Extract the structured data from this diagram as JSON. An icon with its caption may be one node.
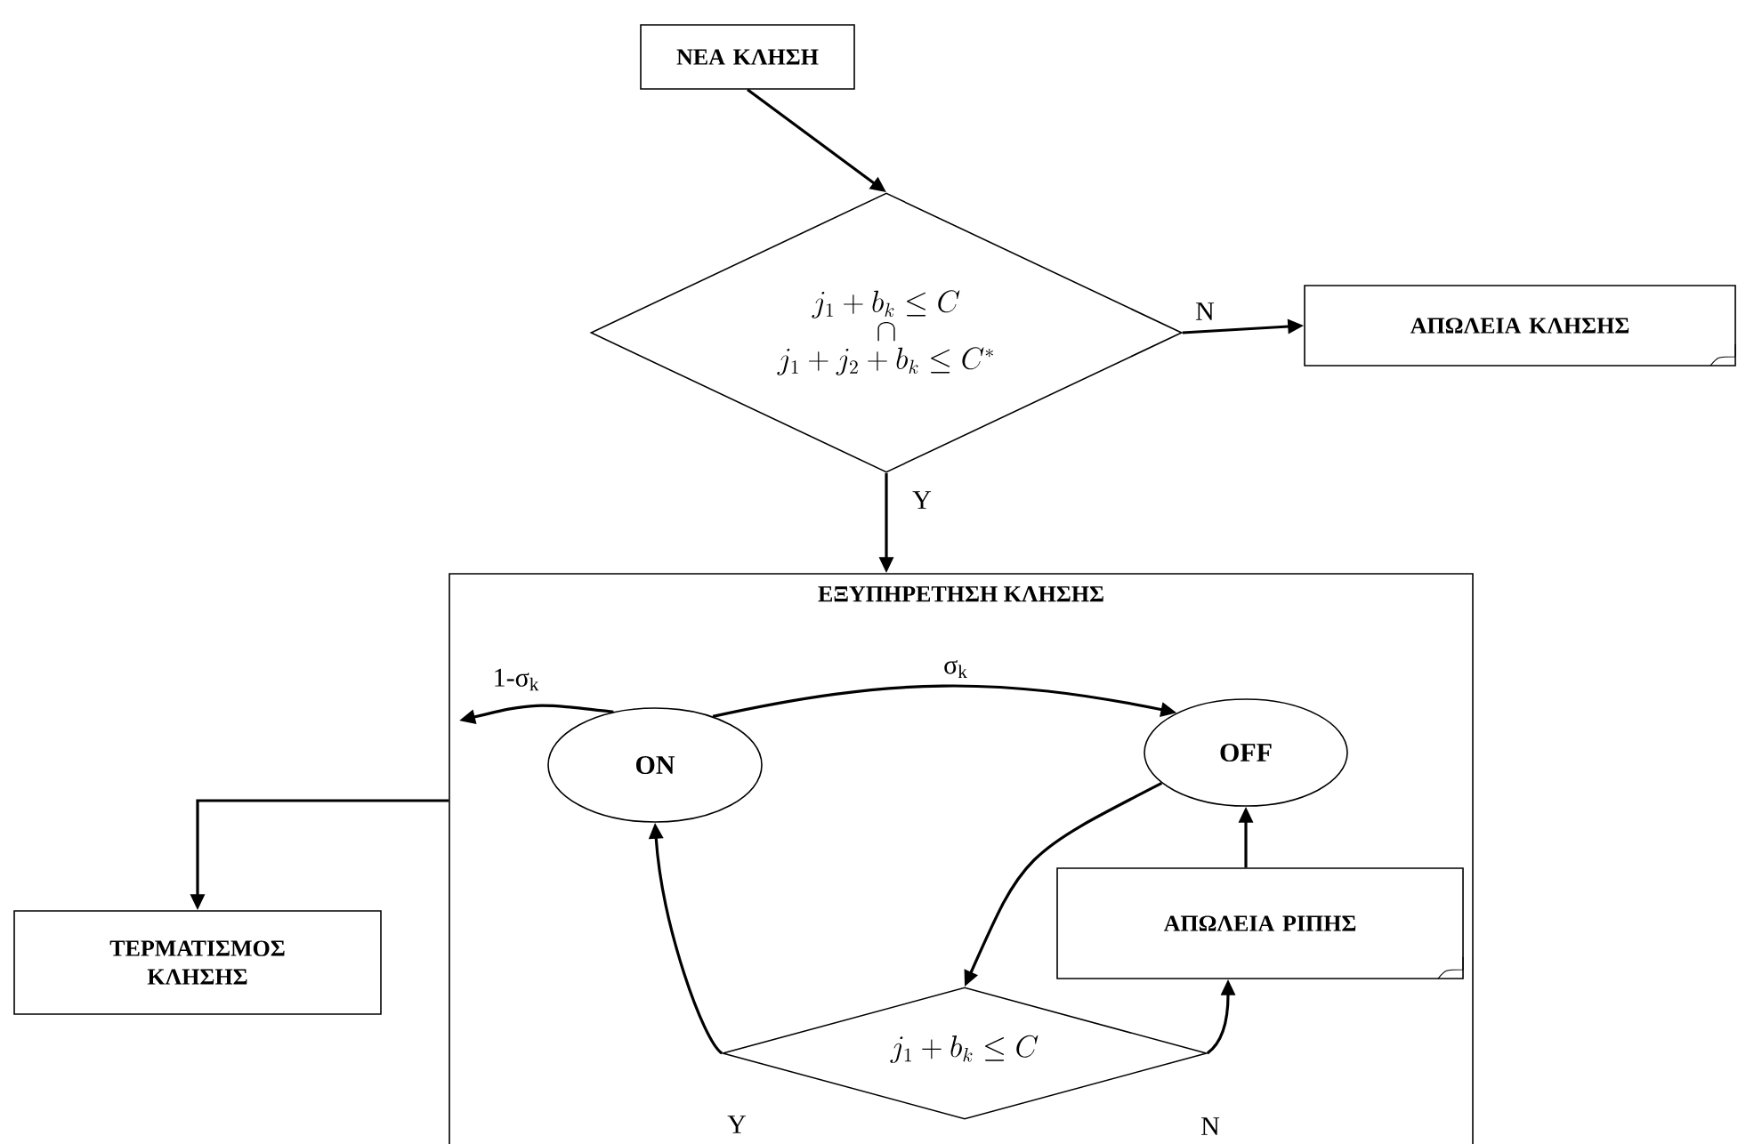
{
  "diagram": {
    "nodes": [
      {
        "text": [
          "ΝΕΑ ΚΛΗΣΗ"
        ]
      },
      {
        "text": [
          "j_1 + b_k \\le C",
          "\\cap",
          "j_1 + j_2 + b_k \\le C^{*}"
        ]
      },
      {
        "text": [
          "ΑΠΩΛΕΙΑ ΚΛΗΣΗΣ"
        ]
      },
      {
        "text": [
          "ΕΞΥΠΗΡΕΤΗΣΗ ΚΛΗΣΗΣ"
        ]
      },
      {
        "text": [
          "ON"
        ],
        "in": 3
      },
      {
        "text": [
          "OFF"
        ],
        "in": 3
      },
      {
        "text": [
          "ΑΠΩΛΕΙΑ ΡΙΠΗΣ"
        ],
        "in": 3
      },
      {
        "text": [
          "j_1 + b_k \\le C"
        ],
        "in": 3
      },
      {
        "text": [
          "ΤΕΡΜΑΤΙΣΜΟΣ ΚΛΗΣΗΣ"
        ]
      }
    ],
    "edges": [
      {
        "from": 0,
        "to": 1,
        "arrow": "to"
      },
      {
        "from": 1,
        "to": 2,
        "arrow": "to",
        "label": "N"
      },
      {
        "from": 1,
        "to": 3,
        "arrow": "to",
        "label": "Y"
      },
      {
        "from": 4,
        "to": 5,
        "arrow": "to",
        "label": "σ$_{k}$"
      },
      {
        "from": 4,
        "to": null,
        "arrow": "to",
        "label": "1-σ$_{k}$"
      },
      {
        "from": 5,
        "to": 7,
        "arrow": "to"
      },
      {
        "from": 7,
        "to": 4,
        "arrow": "to",
        "label": "Y"
      },
      {
        "from": 7,
        "to": 6,
        "arrow": "to",
        "label": "N"
      },
      {
        "from": 6,
        "to": 5,
        "arrow": "to"
      },
      {
        "from": 3,
        "to": 8,
        "arrow": "to"
      }
    ]
  }
}
